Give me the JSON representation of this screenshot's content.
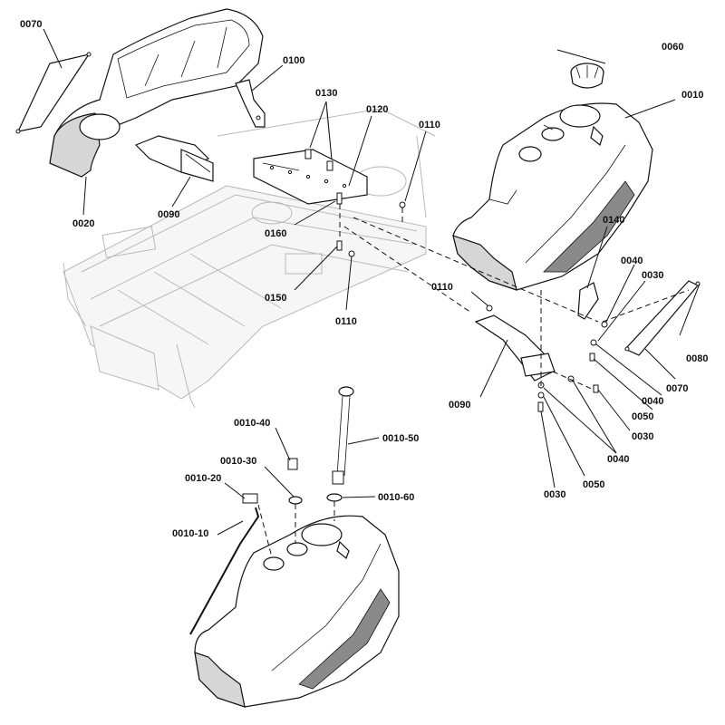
{
  "diagram": {
    "callouts": [
      {
        "id": "c0070a",
        "text": "0070"
      },
      {
        "id": "c0020",
        "text": "0020"
      },
      {
        "id": "c0090a",
        "text": "0090"
      },
      {
        "id": "c0100",
        "text": "0100"
      },
      {
        "id": "c0130",
        "text": "0130"
      },
      {
        "id": "c0120",
        "text": "0120"
      },
      {
        "id": "c0110a",
        "text": "0110"
      },
      {
        "id": "c0060",
        "text": "0060"
      },
      {
        "id": "c0010",
        "text": "0010"
      },
      {
        "id": "c0160",
        "text": "0160"
      },
      {
        "id": "c0150",
        "text": "0150"
      },
      {
        "id": "c0110b",
        "text": "0110"
      },
      {
        "id": "c0140",
        "text": "0140"
      },
      {
        "id": "c0040a",
        "text": "0040"
      },
      {
        "id": "c0030a",
        "text": "0030"
      },
      {
        "id": "c0080",
        "text": "0080"
      },
      {
        "id": "c0110c",
        "text": "0110"
      },
      {
        "id": "c0070b",
        "text": "0070"
      },
      {
        "id": "c0040b",
        "text": "0040"
      },
      {
        "id": "c0050a",
        "text": "0050"
      },
      {
        "id": "c0090b",
        "text": "0090"
      },
      {
        "id": "c0030b",
        "text": "0030"
      },
      {
        "id": "c0040c",
        "text": "0040"
      },
      {
        "id": "c0050b",
        "text": "0050"
      },
      {
        "id": "c0030c",
        "text": "0030"
      },
      {
        "id": "c0010-40",
        "text": "0010-40"
      },
      {
        "id": "c0010-50",
        "text": "0010-50"
      },
      {
        "id": "c0010-30",
        "text": "0010-30"
      },
      {
        "id": "c0010-20",
        "text": "0010-20"
      },
      {
        "id": "c0010-60",
        "text": "0010-60"
      },
      {
        "id": "c0010-10",
        "text": "0010-10"
      }
    ]
  }
}
